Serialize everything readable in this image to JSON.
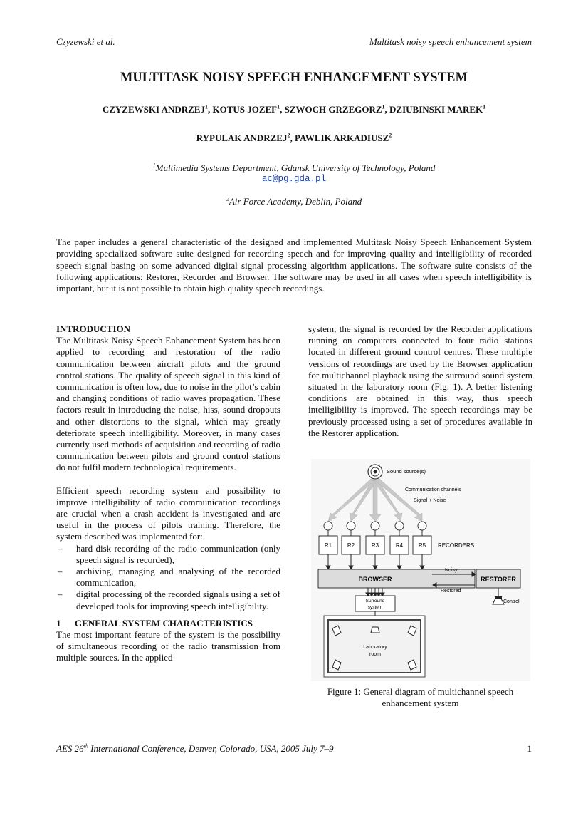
{
  "header": {
    "left": "Czyzewski et al.",
    "right": "Multitask noisy speech enhancement system"
  },
  "title": "MULTITASK NOISY SPEECH ENHANCEMENT SYSTEM",
  "authors_line1": [
    {
      "name": "CZYZEWSKI ANDRZEJ",
      "sup": "1"
    },
    {
      "name": "KOTUS JOZEF",
      "sup": "1"
    },
    {
      "name": "SZWOCH GRZEGORZ",
      "sup": "1"
    },
    {
      "name": "DZIUBINSKI MAREK",
      "sup": "1"
    }
  ],
  "authors_line2": [
    {
      "name": "RYPULAK ANDRZEJ",
      "sup": "2"
    },
    {
      "name": "PAWLIK ARKADIUSZ",
      "sup": "2"
    }
  ],
  "affiliation1": {
    "sup": "1",
    "text": "Multimedia Systems Department, Gdansk University of Technology, Poland",
    "email": "ac@pg.gda.pl"
  },
  "affiliation2": {
    "sup": "2",
    "text": "Air Force Academy, Deblin, Poland"
  },
  "abstract": "The paper includes a general characteristic of the designed and implemented  Multitask Noisy Speech Enhancement System providing specialized software suite designed for recording speech and for improving quality and intelligibility of recorded speech signal basing on some advanced digital signal processing algorithm applications.  The software suite consists of the following applications: Restorer, Recorder and Browser. The software may be used in all cases when speech intelligibility is important, but it is not possible to obtain high quality speech recordings.",
  "introduction": {
    "heading": "INTRODUCTION",
    "p1": "The Multitask Noisy Speech Enhancement System has been applied to recording and restoration of the radio communication between aircraft pilots and the ground control stations. The quality of speech signal in this kind of communication is often low, due to noise in the pilot’s cabin and changing conditions of radio waves propagation. These factors result in introducing the noise, hiss, sound dropouts and other distortions to the signal, which may greatly deteriorate speech intelligibility. Moreover, in many cases currently used methods of acquisition and recording of radio communication between pilots and ground control stations do not fulfil modern technological requirements.",
    "p2": "Efficient speech recording system and possibility to improve intelligibility of radio communication recordings are crucial when a crash accident is investigated and are useful in the process of pilots training. Therefore, the system described was implemented for:",
    "list": [
      "hard disk recording of the radio communication (only speech signal is recorded),",
      "archiving, managing and analysing of the recorded communication,",
      "digital processing of the recorded signals using a set of developed tools for improving speech intelligibility."
    ]
  },
  "section1": {
    "number": "1",
    "heading": "GENERAL SYSTEM CHARACTERISTICS",
    "p1_left": "The most important feature of the system is the possibility of simultaneous recording of the radio transmission from multiple sources. In the applied",
    "p1_right": "system, the signal is recorded by the Recorder applications running on computers connected to four radio stations located in different ground control centres. These multiple versions of recordings are used by the Browser application for multichannel playback using the surround sound system situated in the laboratory room (Fig. 1). A better listening conditions are obtained in this way, thus speech intelligibility is improved. The speech recordings may be previously processed using a set of procedures available in the Restorer application."
  },
  "figure": {
    "sound_source": "Sound source(s)",
    "comm_channels": "Communication channels",
    "signal_noise": "Signal + Noise",
    "recorders": [
      "R1",
      "R2",
      "R3",
      "R4",
      "R5"
    ],
    "recorders_label": "RECORDERS",
    "browser": "BROWSER",
    "restorer": "RESTORER",
    "noisy": "Noisy",
    "restored": "Restored",
    "control": "Control",
    "surround": "Surround system",
    "lab_room": "Laboratory room"
  },
  "caption": "Figure 1: General diagram of multichannel speech enhancement system",
  "footer": {
    "conf_pre": "AES 26",
    "conf_sup": "th",
    "conf_post": " International Conference, Denver, Colorado, USA, 2005 July 7–9",
    "page": "1"
  }
}
